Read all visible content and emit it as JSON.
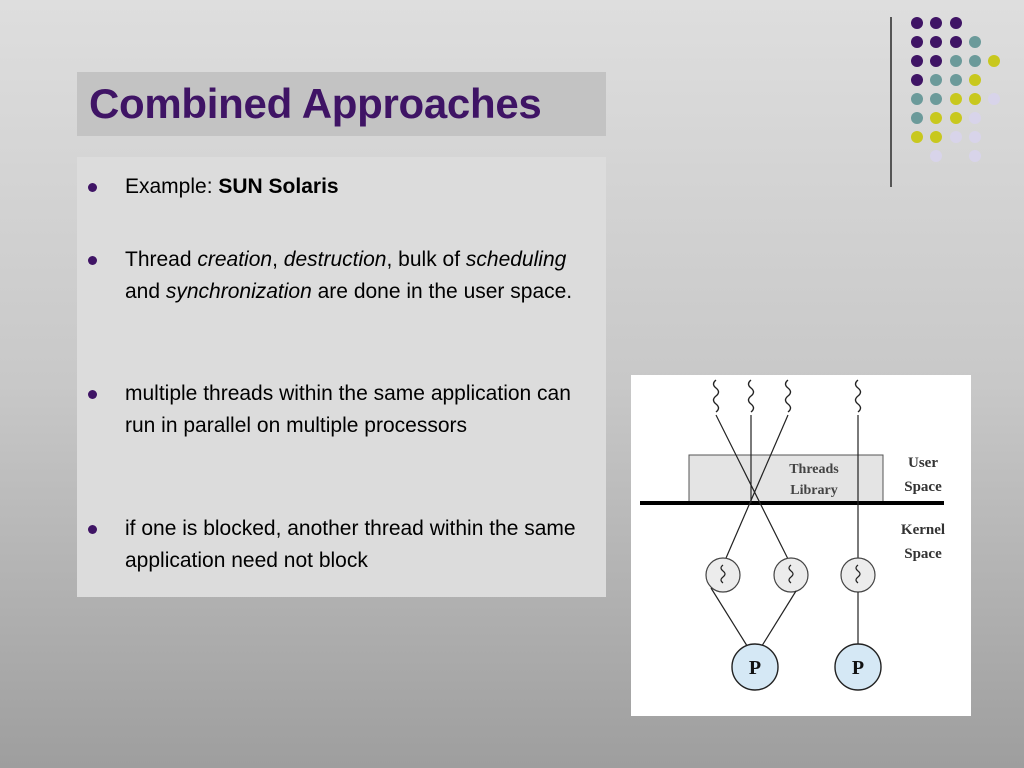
{
  "slide": {
    "title": "Combined Approaches",
    "bullets": {
      "b1": {
        "prefix": "Example:  ",
        "bold": "SUN Solaris"
      },
      "b2": {
        "t1": "Thread ",
        "i1": "creation",
        "t2": ", ",
        "i2": "destruction",
        "t3": ", bulk of ",
        "i3": "scheduling",
        "t4": " and ",
        "i4": "synchronization",
        "t5": " are done in the user space."
      },
      "b3": {
        "text": "multiple threads within the same application can run in parallel on multiple processors"
      },
      "b4": {
        "text": "if one is blocked, another thread within the same application need not block"
      }
    }
  },
  "diagram": {
    "threads_library": [
      "Threads",
      "Library"
    ],
    "user_space": [
      "User",
      "Space"
    ],
    "kernel_space": [
      "Kernel",
      "Space"
    ],
    "processors": [
      "P",
      "P"
    ]
  },
  "colors": {
    "title": "#3f1465",
    "purple": "#3f1465",
    "teal": "#6b9a9a",
    "yellow": "#c8c81e",
    "lavender": "#d8d4ea",
    "processor_fill": "#d5e8f5"
  }
}
